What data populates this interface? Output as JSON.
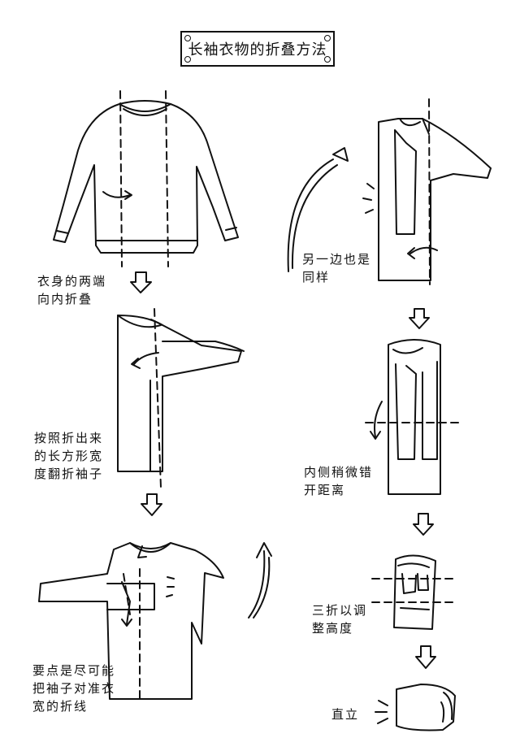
{
  "title": "长袖衣物的折叠方法",
  "steps": {
    "step1": "衣身的两端\n向内折叠",
    "step2": "按照折出来\n的长方形宽\n度翻折袖子",
    "step3": "要点是尽可能\n把袖子对准衣\n宽的折线",
    "step4": "另一边也是\n同样",
    "step5": "内侧稍微错\n开距离",
    "step6": "三折以调\n整高度",
    "step7": "直立"
  }
}
